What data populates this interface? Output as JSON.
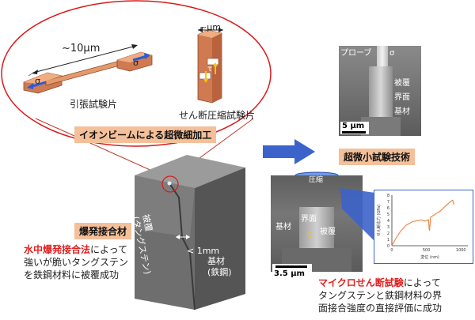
{
  "top": {
    "length_label": "~10μm",
    "micro_label": "~μm",
    "sigma": "σ",
    "tau": "τ",
    "tension_caption": "引張試験片",
    "shear_caption": "せん断圧縮試験片",
    "fib_label": "イオンビームによる超微細加工"
  },
  "right": {
    "probe_label": "プローブ",
    "sigma": "σ",
    "coating_label": "被覆",
    "interface_label": "界面",
    "substrate_label": "基材",
    "scale_top": "5 μm",
    "tech_label": "超微小試験技術"
  },
  "shear_panel": {
    "press_label": "圧縮",
    "substrate_label": "基材",
    "interface_label": "界面",
    "coating_label": "被覆",
    "scale_label": "3.5 μm",
    "tau": "τ"
  },
  "chart_data": {
    "type": "line",
    "xlabel": "変位 (nm)",
    "ylabel": "せん断応力 (GPa)",
    "xticks": [
      "0",
      "500",
      "1000"
    ],
    "yticks": [
      "0",
      "1",
      "2",
      "3",
      "4",
      "5",
      "6",
      "7",
      "8"
    ],
    "xlim": [
      0,
      1100
    ],
    "ylim": [
      0,
      8
    ],
    "series": [
      {
        "x": [
          0,
          60,
          120,
          200,
          300,
          380,
          430,
          470,
          500,
          530,
          540,
          545,
          560,
          600,
          700,
          800,
          850,
          880,
          900
        ],
        "y": [
          0,
          1.2,
          2.2,
          3.2,
          3.8,
          4.0,
          4.1,
          3.9,
          4.0,
          4.1,
          2.6,
          2.4,
          4.5,
          4.8,
          5.5,
          6.5,
          7.0,
          7.2,
          6.5
        ]
      }
    ],
    "color": "#f08a4b"
  },
  "block": {
    "coating_label": "被覆\n(タングステン)",
    "thickness_label": "< 1mm",
    "substrate_label": "基材\n(鉄鋼)",
    "title": "爆発接合材"
  },
  "left_text": {
    "highlight": "水中爆発接合法",
    "rest1": "によって",
    "line2": "強いが脆いタングステン",
    "line3": "を鉄鋼材料に被覆成功"
  },
  "bottom_right_text": {
    "highlight": "マイクロせん断試験",
    "rest1": "によって",
    "line2": "タングステンと鉄鋼材料の界",
    "line3": "面接合強度の直接評価に成功"
  }
}
